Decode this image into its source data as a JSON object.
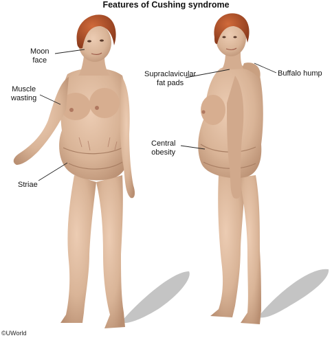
{
  "title": "Features of Cushing syndrome",
  "labels": {
    "moon_face": [
      "Moon",
      "face"
    ],
    "muscle_wasting": [
      "Muscle",
      "wasting"
    ],
    "striae": "Striae",
    "supraclavicular": [
      "Supraclavicular",
      "fat pads"
    ],
    "buffalo_hump": "Buffalo hump",
    "central_obesity": [
      "Central",
      "obesity"
    ]
  },
  "credit": "©UWorld",
  "colors": {
    "skin": "#d9b497",
    "skin_dark": "#b98f72",
    "hair": "#b4532a",
    "shadow": "#bdbdbd",
    "leader": "#222222"
  }
}
